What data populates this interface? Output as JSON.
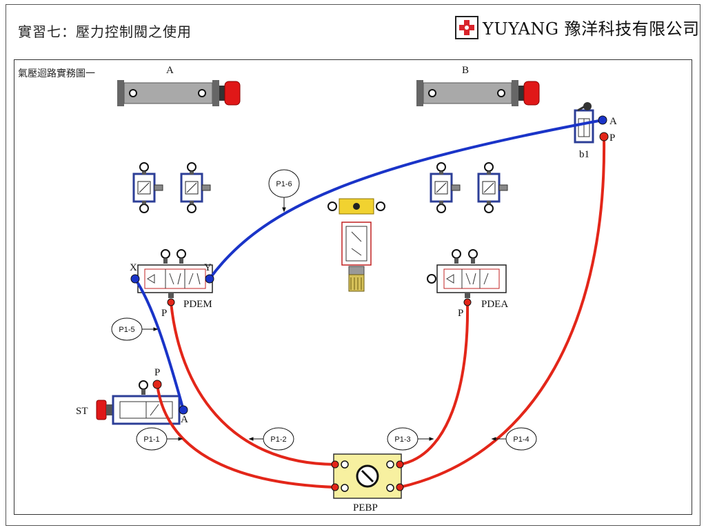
{
  "header": {
    "title": "實習七：壓力控制閥之使用",
    "brand_name": "YUYANG 豫洋科技有限公司",
    "brand_logo_icon": "red-cross-logo-icon"
  },
  "diagram": {
    "caption": "氣壓迴路實務圖一",
    "colors": {
      "supply_line": "#e32619",
      "signal_line": "#1a34c8",
      "valve_body": "#2c3e97",
      "pebp_body": "#f7f0a0",
      "filter_body": "#f1d230",
      "cylinder_body": "#a9a9a9",
      "cylinder_cap": "#e01818"
    },
    "cylinders": [
      {
        "id": "A",
        "label": "A"
      },
      {
        "id": "B",
        "label": "B"
      }
    ],
    "components": {
      "b1": {
        "label": "b1",
        "port_a": "A",
        "port_p": "P"
      },
      "pdem": {
        "label": "PDEM",
        "port_x": "X",
        "port_y": "Y",
        "port_p": "P"
      },
      "pdea": {
        "label": "PDEA",
        "port_p": "P"
      },
      "st": {
        "label": "ST",
        "port_p": "P",
        "port_a": "A"
      },
      "pebp": {
        "label": "PEBP"
      }
    },
    "line_tags": [
      "P1-1",
      "P1-2",
      "P1-3",
      "P1-4",
      "P1-5",
      "P1-6"
    ]
  }
}
